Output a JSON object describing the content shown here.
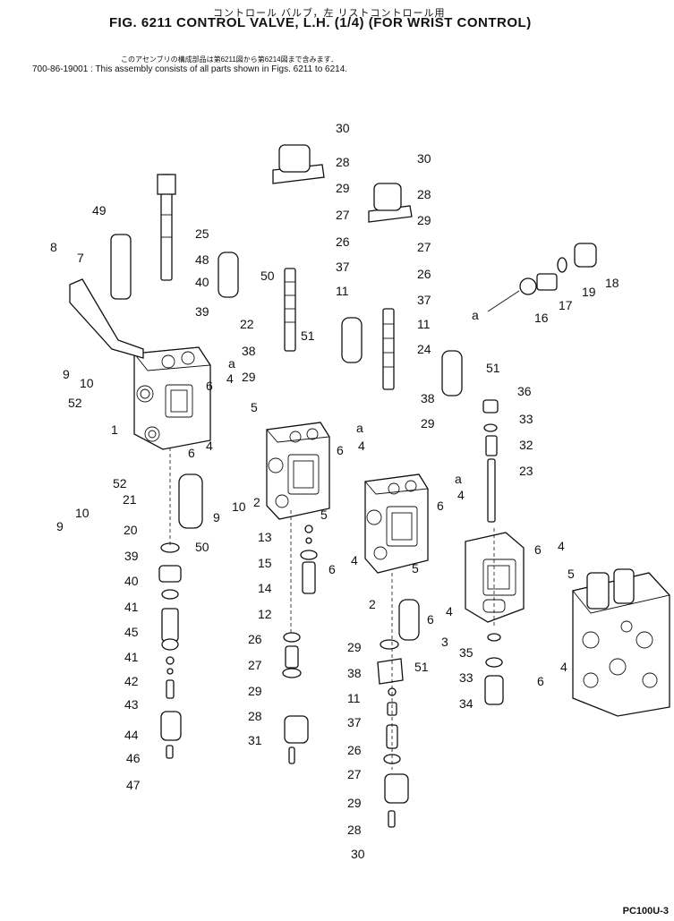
{
  "header": {
    "japanese_title": "コントロール バルブ，左 リストコントロール用",
    "title": "FIG. 6211  CONTROL VALVE, L.H. (1/4) (FOR WRIST CONTROL)",
    "japanese_note": "このアセンブリの構成部品は第6211図から第6214図まで含みます．",
    "part_number": "700-86-19001",
    "note": "This assembly consists of all parts shown in Figs. 6211 to 6214."
  },
  "footer": {
    "model_code": "PC100U-3"
  },
  "callouts": [
    {
      "id": "c30a",
      "t": "30"
    },
    {
      "id": "c28a",
      "t": "28"
    },
    {
      "id": "c29a",
      "t": "29"
    },
    {
      "id": "c27a",
      "t": "27"
    },
    {
      "id": "c26a",
      "t": "26"
    },
    {
      "id": "c37a",
      "t": "37"
    },
    {
      "id": "c11a",
      "t": "11"
    },
    {
      "id": "c30b",
      "t": "30"
    },
    {
      "id": "c28b",
      "t": "28"
    },
    {
      "id": "c29b",
      "t": "29"
    },
    {
      "id": "c27b",
      "t": "27"
    },
    {
      "id": "c26b",
      "t": "26"
    },
    {
      "id": "c37b",
      "t": "37"
    },
    {
      "id": "c11b",
      "t": "11"
    },
    {
      "id": "c24",
      "t": "24"
    },
    {
      "id": "c51a",
      "t": "51"
    },
    {
      "id": "c22",
      "t": "22"
    },
    {
      "id": "c38a",
      "t": "38"
    },
    {
      "id": "c29c",
      "t": "29"
    },
    {
      "id": "c51b",
      "t": "51"
    },
    {
      "id": "c38b",
      "t": "38"
    },
    {
      "id": "c29d",
      "t": "29"
    },
    {
      "id": "c49",
      "t": "49"
    },
    {
      "id": "c25",
      "t": "25"
    },
    {
      "id": "c48",
      "t": "48"
    },
    {
      "id": "c50a",
      "t": "50"
    },
    {
      "id": "c40a",
      "t": "40"
    },
    {
      "id": "c39a",
      "t": "39"
    },
    {
      "id": "c8",
      "t": "8"
    },
    {
      "id": "c7",
      "t": "7"
    },
    {
      "id": "c9a",
      "t": "9"
    },
    {
      "id": "c10a",
      "t": "10"
    },
    {
      "id": "c52a",
      "t": "52"
    },
    {
      "id": "c1",
      "t": "1"
    },
    {
      "id": "c52b",
      "t": "52"
    },
    {
      "id": "c9b",
      "t": "9"
    },
    {
      "id": "c10b",
      "t": "10"
    },
    {
      "id": "c21",
      "t": "21"
    },
    {
      "id": "c20",
      "t": "20"
    },
    {
      "id": "c50b",
      "t": "50"
    },
    {
      "id": "c9c",
      "t": "9"
    },
    {
      "id": "c10c",
      "t": "10"
    },
    {
      "id": "c6a",
      "t": "6"
    },
    {
      "id": "c4a",
      "t": "4"
    },
    {
      "id": "c5a",
      "t": "5"
    },
    {
      "id": "c6b",
      "t": "6"
    },
    {
      "id": "c4b",
      "t": "4"
    },
    {
      "id": "aa",
      "t": "a"
    },
    {
      "id": "ab",
      "t": "a"
    },
    {
      "id": "c2a",
      "t": "2"
    },
    {
      "id": "c6c",
      "t": "6"
    },
    {
      "id": "c4c",
      "t": "4"
    },
    {
      "id": "c5b",
      "t": "5"
    },
    {
      "id": "c13",
      "t": "13"
    },
    {
      "id": "c15",
      "t": "15"
    },
    {
      "id": "c14",
      "t": "14"
    },
    {
      "id": "c12",
      "t": "12"
    },
    {
      "id": "c6d",
      "t": "6"
    },
    {
      "id": "c4d",
      "t": "4"
    },
    {
      "id": "ac",
      "t": "a"
    },
    {
      "id": "c6e",
      "t": "6"
    },
    {
      "id": "c4e",
      "t": "4"
    },
    {
      "id": "c2b",
      "t": "2"
    },
    {
      "id": "c5c",
      "t": "5"
    },
    {
      "id": "c6f",
      "t": "6"
    },
    {
      "id": "c4f",
      "t": "4"
    },
    {
      "id": "c36",
      "t": "36"
    },
    {
      "id": "c33a",
      "t": "33"
    },
    {
      "id": "c32",
      "t": "32"
    },
    {
      "id": "c23",
      "t": "23"
    },
    {
      "id": "c6g",
      "t": "6"
    },
    {
      "id": "c4g",
      "t": "4"
    },
    {
      "id": "c5d",
      "t": "5"
    },
    {
      "id": "c3",
      "t": "3"
    },
    {
      "id": "c35",
      "t": "35"
    },
    {
      "id": "c33b",
      "t": "33"
    },
    {
      "id": "c34",
      "t": "34"
    },
    {
      "id": "c4h",
      "t": "4"
    },
    {
      "id": "c6h",
      "t": "6"
    },
    {
      "id": "ad",
      "t": "a"
    },
    {
      "id": "c16",
      "t": "16"
    },
    {
      "id": "c17",
      "t": "17"
    },
    {
      "id": "c19",
      "t": "19"
    },
    {
      "id": "c18",
      "t": "18"
    },
    {
      "id": "c39b",
      "t": "39"
    },
    {
      "id": "c40b",
      "t": "40"
    },
    {
      "id": "c41a",
      "t": "41"
    },
    {
      "id": "c45",
      "t": "45"
    },
    {
      "id": "c41b",
      "t": "41"
    },
    {
      "id": "c42",
      "t": "42"
    },
    {
      "id": "c43",
      "t": "43"
    },
    {
      "id": "c44",
      "t": "44"
    },
    {
      "id": "c46",
      "t": "46"
    },
    {
      "id": "c47",
      "t": "47"
    },
    {
      "id": "c26c",
      "t": "26"
    },
    {
      "id": "c27c",
      "t": "27"
    },
    {
      "id": "c29e",
      "t": "29"
    },
    {
      "id": "c28c",
      "t": "28"
    },
    {
      "id": "c31",
      "t": "31"
    },
    {
      "id": "c29f",
      "t": "29"
    },
    {
      "id": "c38c",
      "t": "38"
    },
    {
      "id": "c11c",
      "t": "11"
    },
    {
      "id": "c37c",
      "t": "37"
    },
    {
      "id": "c26d",
      "t": "26"
    },
    {
      "id": "c27d",
      "t": "27"
    },
    {
      "id": "c29g",
      "t": "29"
    },
    {
      "id": "c28d",
      "t": "28"
    },
    {
      "id": "c30c",
      "t": "30"
    },
    {
      "id": "c51c",
      "t": "51"
    }
  ]
}
